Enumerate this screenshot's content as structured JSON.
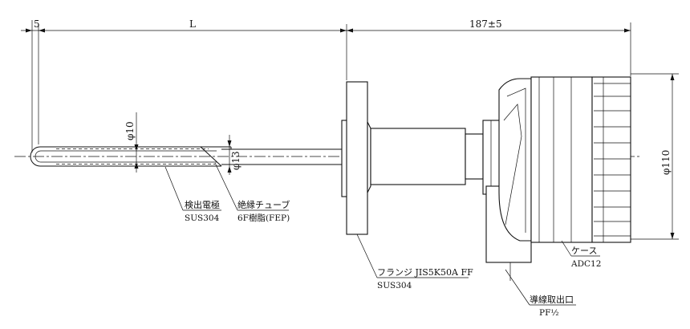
{
  "dimensions": {
    "five": "5",
    "length": "L",
    "tol_187": "187±5",
    "phi10": "φ10",
    "phi13": "φ13",
    "phi110": "φ110"
  },
  "labels": {
    "electrode": {
      "name": "検出電極",
      "material": "SUS304"
    },
    "tube": {
      "name": "絶縁チューブ",
      "material": "6F樹脂(FEP)"
    },
    "flange": {
      "name": "フランジ JIS5K50A FF",
      "material": "SUS304"
    },
    "case": {
      "name": "ケース",
      "material": "ADC12"
    },
    "outlet": {
      "name": "導線取出口",
      "material": "PF½"
    }
  }
}
